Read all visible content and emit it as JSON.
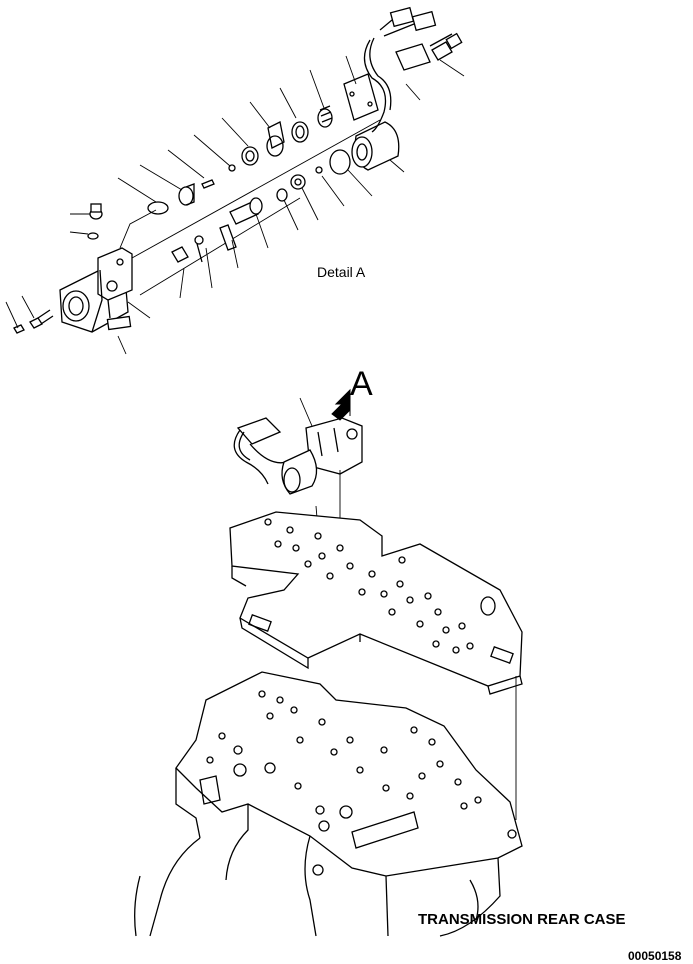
{
  "labels": {
    "detail": "Detail A",
    "view_callout": "A",
    "case": "TRANSMISSION REAR CASE",
    "drawing_number": "00050158"
  },
  "colors": {
    "ink": "#000000",
    "paper": "#ffffff"
  }
}
